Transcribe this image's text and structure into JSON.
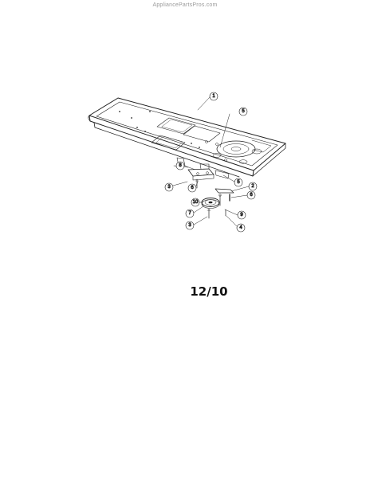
{
  "watermark": "AppliancePartsPros.com",
  "page_label": "12/10",
  "callouts": [
    "1",
    "5",
    "8",
    "3",
    "6",
    "5",
    "2",
    "10",
    "6",
    "7",
    "9",
    "3",
    "4"
  ]
}
